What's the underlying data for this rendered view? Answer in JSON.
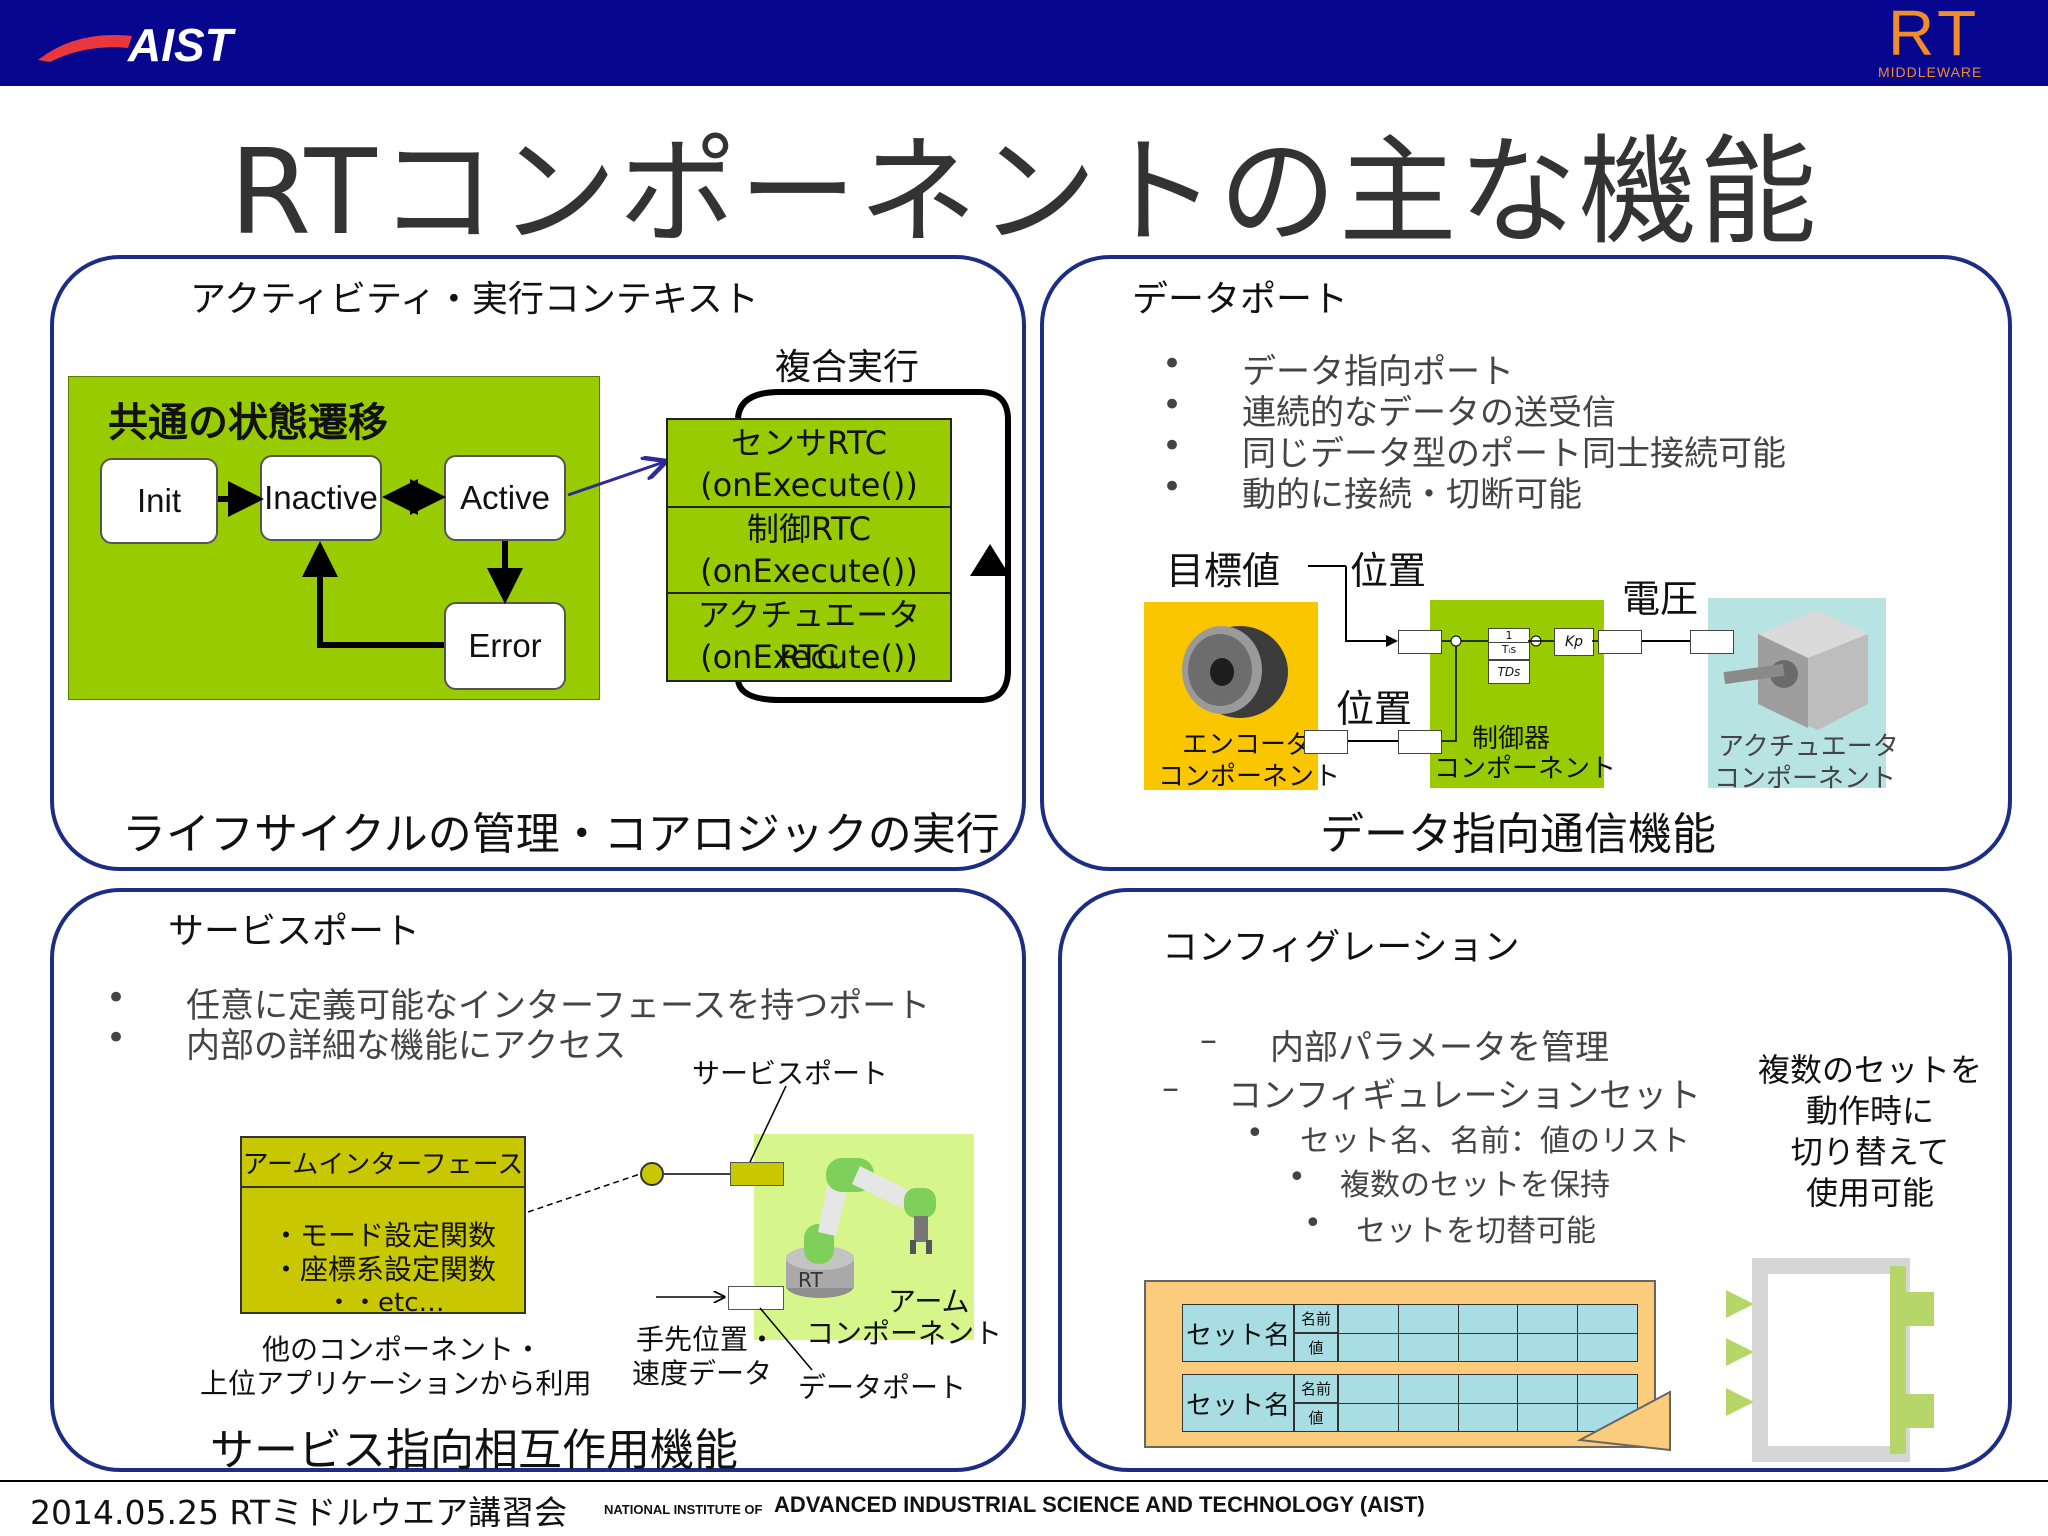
{
  "header": {
    "logo_text": "AIST",
    "rt_logo": "RT",
    "rt_logo_sub": "MIDDLEWARE",
    "colors": {
      "bar": "#06068f",
      "logo_red": "#e8383d",
      "rt_orange": "#f08c2a"
    }
  },
  "title": "RTコンポーネントの主な機能",
  "panel_activity": {
    "heading": "アクティビティ・実行コンテキスト",
    "fsm_title": "共通の状態遷移",
    "states": {
      "init": "Init",
      "inactive": "Inactive",
      "active": "Active",
      "error": "Error"
    },
    "composite_label": "複合実行",
    "rtcs": [
      {
        "name": "センサRTC",
        "call": "(onExecute())"
      },
      {
        "name": "制御RTC",
        "call": "(onExecute())"
      },
      {
        "name": "アクチュエータRTC",
        "call": "(onExecute())"
      }
    ],
    "caption": "ライフサイクルの管理・コアロジックの実行"
  },
  "panel_dataport": {
    "heading": "データポート",
    "bullets": [
      "データ指向ポート",
      "連続的なデータの送受信",
      "同じデータ型のポート同士接続可能",
      "動的に接続・切断可能"
    ],
    "labels": {
      "target": "目標値",
      "position_top": "位置",
      "voltage": "電圧",
      "position_mid": "位置",
      "encoder": [
        "エンコーダ",
        "コンポーネント"
      ],
      "controller": [
        "制御器",
        "コンポーネント"
      ],
      "actuator": [
        "アクチュエータ",
        "コンポーネント"
      ],
      "block_ti_num": "1",
      "block_ti_den": "Tᵢs",
      "block_td": "TDs",
      "block_kp": "Kp"
    },
    "caption": "データ指向通信機能"
  },
  "panel_service": {
    "heading": "サービスポート",
    "bullets": [
      "任意に定義可能なインターフェースを持つポート",
      "内部の詳細な機能にアクセス"
    ],
    "interface_title": "アームインターフェース",
    "interface_items": [
      "・モード設定関数",
      "・座標系設定関数",
      "・・etc…"
    ],
    "service_port_label": "サービスポート",
    "users_label": [
      "他のコンポーネント・",
      "上位アプリケーションから利用"
    ],
    "hand_label": [
      "手先位置・",
      "速度データ"
    ],
    "arm_label": [
      "アーム",
      "コンポーネント"
    ],
    "dataport_label": "データポート",
    "robot_base_text": "RT",
    "caption": "サービス指向相互作用機能"
  },
  "panel_config": {
    "heading": "コンフィグレーション",
    "items": [
      {
        "marker": "–",
        "text": "内部パラメータを管理",
        "level": 0
      },
      {
        "marker": "–",
        "text": "コンフィギュレーションセット",
        "level": 0
      },
      {
        "marker": "•",
        "text": "セット名、名前：値のリスト",
        "level": 1
      },
      {
        "marker": "•",
        "text": "複数のセットを保持",
        "level": 1
      },
      {
        "marker": "•",
        "text": "セットを切替可能",
        "level": 1
      }
    ],
    "note": [
      "複数のセットを",
      "動作時に",
      "切り替えて",
      "使用可能"
    ],
    "sets": [
      {
        "label": "セット名",
        "name_key": "名前",
        "value_key": "値"
      },
      {
        "label": "セット名",
        "name_key": "名前",
        "value_key": "値"
      }
    ]
  },
  "footer": {
    "date": "2014.05.25 RTミドルウエア講習会",
    "org_prefix": "NATIONAL INSTITUTE OF",
    "org_name": "ADVANCED INDUSTRIAL SCIENCE AND TECHNOLOGY (AIST)"
  }
}
